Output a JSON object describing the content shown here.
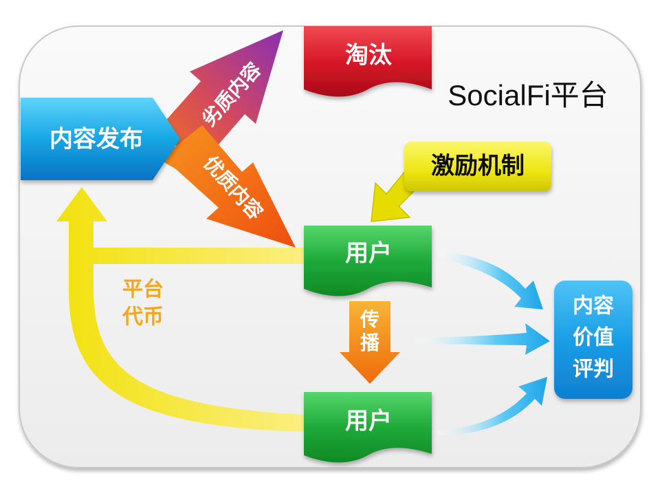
{
  "title": "SocialFi平台",
  "nodes": {
    "content_publish": "内容发布",
    "eliminate": "淘汰",
    "incentive": "激励机制",
    "user_top": "用户",
    "user_bottom": "用户",
    "content_value": [
      "内容",
      "价值",
      "评判"
    ]
  },
  "arrows": {
    "low_quality": "劣质内容",
    "high_quality": "优质内容",
    "spread": [
      "传",
      "播"
    ],
    "token": [
      "平台",
      "代币"
    ]
  },
  "colors": {
    "frame_fill": "#f2f2f2",
    "frame_stroke": "#c8c8c8",
    "publish_blue": "#16a6e4",
    "eliminate_red": "#d8182a",
    "user_green": "#1faa3a",
    "incentive_yellow": "#f2ea12",
    "value_blue": "#1a9ee6",
    "arrow_orange": "#f07a12",
    "arrow_purple": "#8a3dab",
    "token_yellow": "#f4e41c",
    "token_text": "#f2a81e",
    "flow_cyan": "#2fb7ee"
  }
}
